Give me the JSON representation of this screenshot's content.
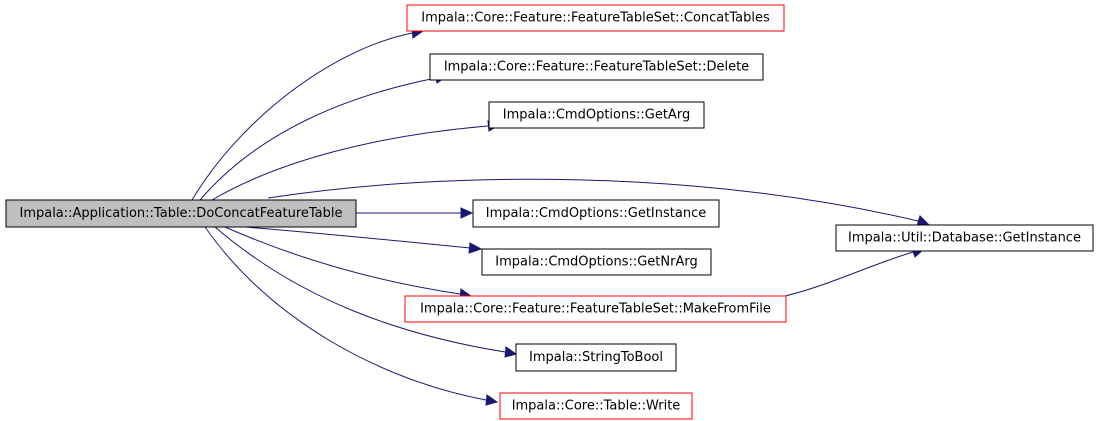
{
  "colors": {
    "root_fill": "#bfbfbf",
    "root_border": "#000000",
    "node_border_default": "#000000",
    "node_border_highlight": "#ff0000",
    "edge": "#191970"
  },
  "root": {
    "label": "Impala::Application::Table::DoConcatFeatureTable"
  },
  "nodes": [
    {
      "id": "concat",
      "label": "Impala::Core::Feature::FeatureTableSet::ConcatTables",
      "border": "red"
    },
    {
      "id": "delete",
      "label": "Impala::Core::Feature::FeatureTableSet::Delete",
      "border": "black"
    },
    {
      "id": "getarg",
      "label": "Impala::CmdOptions::GetArg",
      "border": "black"
    },
    {
      "id": "getinst",
      "label": "Impala::CmdOptions::GetInstance",
      "border": "black"
    },
    {
      "id": "dbinst",
      "label": "Impala::Util::Database::GetInstance",
      "border": "black"
    },
    {
      "id": "getnrarg",
      "label": "Impala::CmdOptions::GetNrArg",
      "border": "black"
    },
    {
      "id": "makefile",
      "label": "Impala::Core::Feature::FeatureTableSet::MakeFromFile",
      "border": "red"
    },
    {
      "id": "strtobool",
      "label": "Impala::StringToBool",
      "border": "black"
    },
    {
      "id": "write",
      "label": "Impala::Core::Table::Write",
      "border": "red"
    }
  ],
  "edges": [
    {
      "from": "root",
      "to": "concat"
    },
    {
      "from": "root",
      "to": "delete"
    },
    {
      "from": "root",
      "to": "getarg"
    },
    {
      "from": "root",
      "to": "dbinst"
    },
    {
      "from": "root",
      "to": "getinst"
    },
    {
      "from": "root",
      "to": "getnrarg"
    },
    {
      "from": "root",
      "to": "makefile"
    },
    {
      "from": "root",
      "to": "strtobool"
    },
    {
      "from": "root",
      "to": "write"
    },
    {
      "from": "makefile",
      "to": "dbinst"
    }
  ]
}
